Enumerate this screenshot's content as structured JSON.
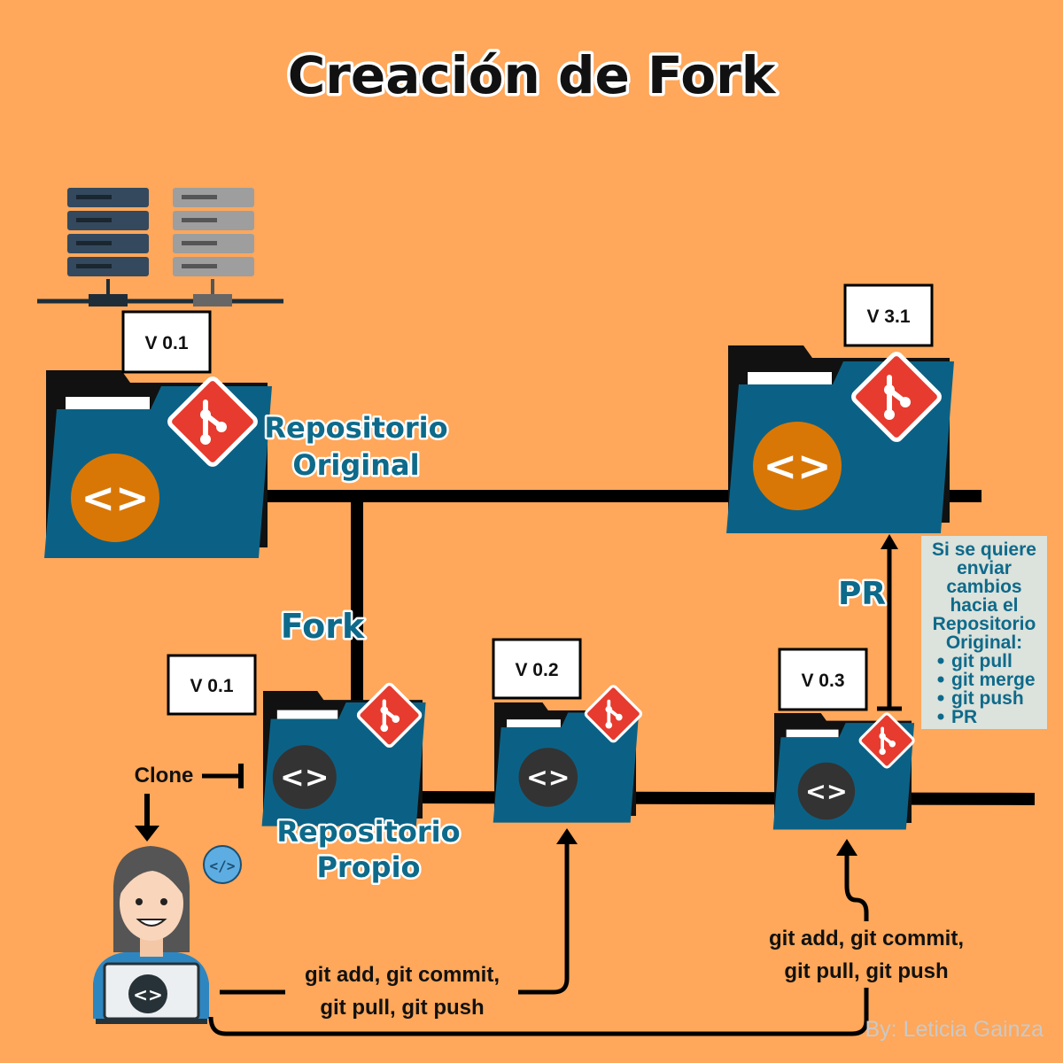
{
  "title": "Creación de Fork",
  "versions": {
    "original": "V 0.1",
    "upstream_latest": "V 3.1",
    "own_v01": "V 0.1",
    "own_v02": "V 0.2",
    "own_v03": "V 0.3"
  },
  "labels": {
    "original_repo_line1": "Repositorio",
    "original_repo_line2": "Original",
    "fork": "Fork",
    "own_repo_line1": "Repositorio",
    "own_repo_line2": "Propio",
    "clone": "Clone",
    "pr": "PR"
  },
  "commands": {
    "left_line1": "git add, git commit,",
    "left_line2": "git pull, git push",
    "right_line1": "git add, git commit,",
    "right_line2": "git pull, git push"
  },
  "note": {
    "lines": [
      "Si se quiere",
      "enviar",
      "cambios",
      "hacia el",
      "Repositorio",
      "Original:"
    ],
    "bullets": [
      "git pull",
      "git merge",
      "git push",
      "PR"
    ]
  },
  "credit": "By: Leticia Gainza",
  "colors": {
    "background": "#FFA75A",
    "folder_blue": "#0B6185",
    "folder_tab": "#111111",
    "git_red": "#E63B2E",
    "code_orange": "#D97706",
    "code_dark": "#333333",
    "label_blue": "#0E6A8A"
  },
  "icons": [
    "server-icon",
    "folder-icon",
    "git-logo-icon",
    "code-badge-icon",
    "developer-avatar-icon",
    "laptop-icon",
    "code-bubble-icon"
  ]
}
